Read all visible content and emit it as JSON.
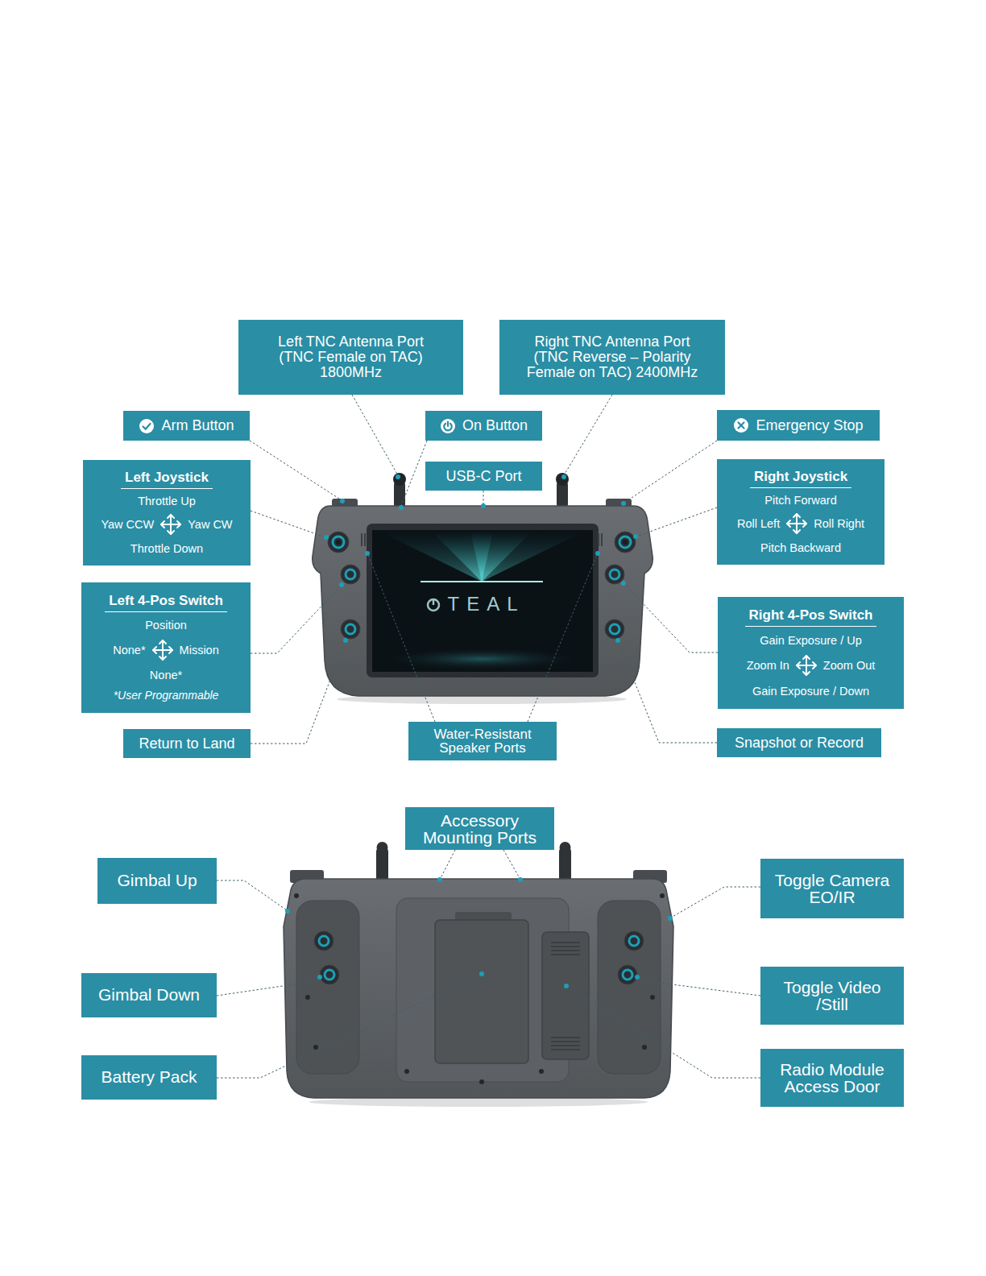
{
  "diagram": {
    "nodes": [
      {
        "text": [
          "Left TNC Antenna Port (TNC Female on TAC) 1800MHz"
        ]
      },
      {
        "text": [
          "Right TNC Antenna Port (TNC Reverse – Polarity Female on TAC) 2400MHz"
        ]
      },
      {
        "text": [
          "Arm Button"
        ]
      },
      {
        "text": [
          "On Button"
        ]
      },
      {
        "text": [
          "Emergency Stop"
        ]
      },
      {
        "text": [
          "USB-C Port"
        ]
      },
      {
        "text": [
          "Left Joystick",
          "Throttle Up",
          "Yaw CCW",
          "Yaw CW",
          "Throttle Down"
        ]
      },
      {
        "text": [
          "Right Joystick",
          "Pitch Forward",
          "Roll Left",
          "Roll Right",
          "Pitch Backward"
        ]
      },
      {
        "text": [
          "Left 4-Pos Switch",
          "Position",
          "None*",
          "Mission",
          "None*",
          "*User Programmable"
        ]
      },
      {
        "text": [
          "Right 4-Pos Switch",
          "Gain Exposure / Up",
          "Zoom In",
          "Zoom Out",
          "Gain Exposure / Down"
        ]
      },
      {
        "text": [
          "Return to Land"
        ]
      },
      {
        "text": [
          "Water-Resistant Speaker Ports"
        ]
      },
      {
        "text": [
          "Snapshot or Record"
        ]
      },
      {
        "text": [
          "Accessory Mounting Ports"
        ]
      },
      {
        "text": [
          "Gimbal Up"
        ]
      },
      {
        "text": [
          "Toggle Camera EO/IR"
        ]
      },
      {
        "text": [
          "Gimbal Down"
        ]
      },
      {
        "text": [
          "Toggle Video /Still"
        ]
      },
      {
        "text": [
          "Battery Pack"
        ]
      },
      {
        "text": [
          "Radio Module Access Door"
        ]
      }
    ],
    "labels": [
      "TEAL"
    ]
  }
}
